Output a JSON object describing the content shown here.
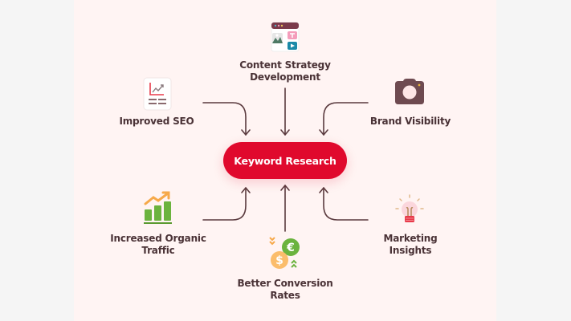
{
  "center": {
    "label": "Keyword Research",
    "color": "#e0092d"
  },
  "nodes": [
    {
      "id": "content-strategy",
      "line1": "Content Strategy",
      "line2": "Development",
      "icon": "content-layout-icon",
      "position": "top"
    },
    {
      "id": "improved-seo",
      "line1": "Improved SEO",
      "line2": "",
      "icon": "seo-chart-icon",
      "position": "top-left"
    },
    {
      "id": "brand-visibility",
      "line1": "Brand Visibility",
      "line2": "",
      "icon": "camera-icon",
      "position": "top-right"
    },
    {
      "id": "organic-traffic",
      "line1": "Increased Organic",
      "line2": "Traffic",
      "icon": "growth-bar-chart-icon",
      "position": "bottom-left"
    },
    {
      "id": "conversion-rates",
      "line1": "Better Conversion",
      "line2": "Rates",
      "icon": "currency-exchange-icon",
      "position": "bottom"
    },
    {
      "id": "marketing-insights",
      "line1": "Marketing",
      "line2": "Insights",
      "icon": "lightbulb-icon",
      "position": "bottom-right"
    }
  ],
  "colors": {
    "background": "#f5f5f5",
    "panel": "#fff4f3",
    "text": "#4a3236",
    "arrow": "#5a3a3e"
  }
}
